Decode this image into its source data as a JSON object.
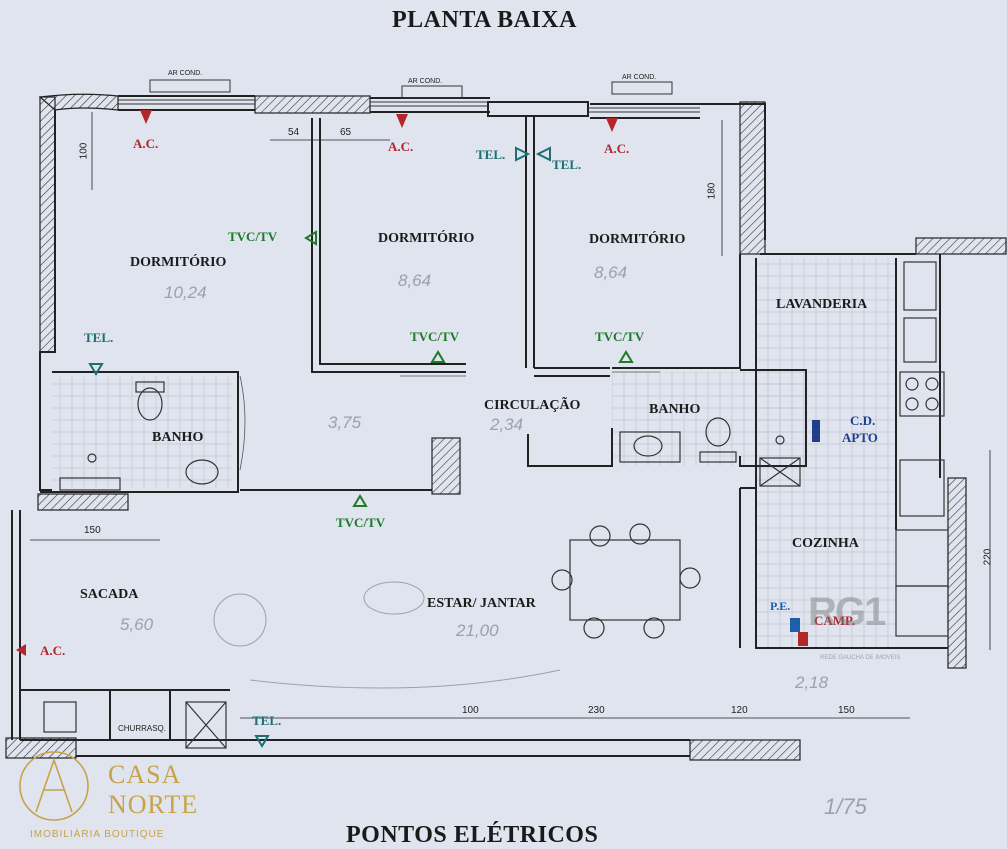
{
  "title": "PLANTA BAIXA",
  "footer_title": "PONTOS ELÉTRICOS",
  "scale": "1/75",
  "rooms": {
    "dorm1": {
      "name": "DORMITÓRIO",
      "area": "10,24"
    },
    "dorm2": {
      "name": "DORMITÓRIO",
      "area": "8,64"
    },
    "dorm3": {
      "name": "DORMITÓRIO",
      "area": "8,64"
    },
    "banho1": {
      "name": "BANHO",
      "area": "3,75"
    },
    "banho2": {
      "name": "BANHO"
    },
    "circulacao": {
      "name": "CIRCULAÇÃO",
      "area": "2,34"
    },
    "lavanderia": {
      "name": "LAVANDERIA"
    },
    "cozinha": {
      "name": "COZINHA",
      "area": "2,18"
    },
    "sacada": {
      "name": "SACADA",
      "area": "5,60"
    },
    "estar": {
      "name": "ESTAR/ JANTAR",
      "area": "21,00"
    },
    "churrasq": {
      "name": "CHURRASQ."
    }
  },
  "points": {
    "ac": "A.C.",
    "tel": "TEL.",
    "tvc": "TVC/TV",
    "cd_line1": "C.D.",
    "cd_line2": "APTO",
    "pe": "P.E.",
    "camp": "CAMP."
  },
  "ar_cond": "AR COND.",
  "dimensions": {
    "d100_left": "100",
    "d54": "54",
    "d65": "65",
    "d180": "180",
    "d150_top": "150",
    "d220": "220",
    "d100_bottom": "100",
    "d230": "230",
    "d120": "120",
    "d150_bottom": "150"
  },
  "logo": {
    "line1": "CASA",
    "line2": "NORTE",
    "sub": "IMOBILIÁRIA BOUTIQUE"
  },
  "watermark": {
    "mark": "RG1",
    "sub": "REDE GAUCHA DE IMOVEIS"
  },
  "colors": {
    "red": "#b3262a",
    "green": "#1e7a2a",
    "teal": "#1f6e72",
    "blue": "#1f3e8c",
    "gold": "#c9a24a"
  }
}
